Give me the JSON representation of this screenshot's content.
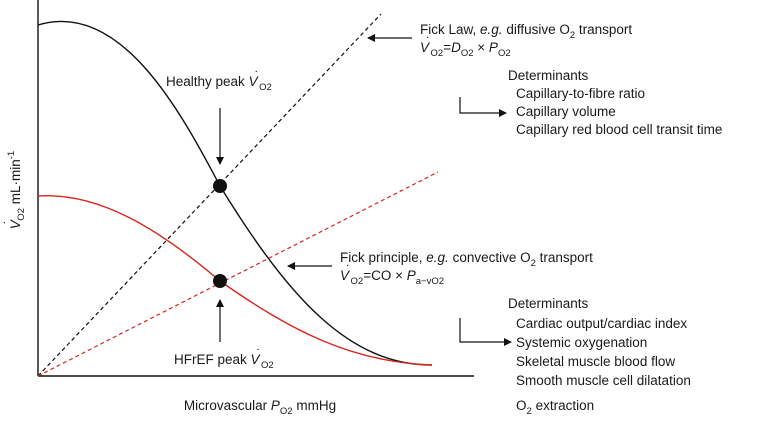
{
  "axes": {
    "ylabel": {
      "sym": "V",
      "dot": "˙",
      "sub": "O2",
      "unit": " mL·min",
      "sup": "-1"
    },
    "xlabel": {
      "pre": "Microvascular ",
      "sym": "P",
      "sub": "O2",
      "unit": " mmHg"
    }
  },
  "points": {
    "healthy": {
      "pre": "Healthy peak ",
      "sym": "V",
      "dot": "˙",
      "sub": "O2"
    },
    "hfref": {
      "pre": "HFrEF peak ",
      "sym": "V",
      "dot": "˙",
      "sub": "O2"
    }
  },
  "fick_law": {
    "title_pre": "Fick Law, ",
    "title_eg": "e.g.",
    "title_mid": " diffusive O",
    "title_sub": "2",
    "title_post": " transport",
    "eq": {
      "v": "V",
      "vdot": "˙",
      "vsub": "O2",
      "eq": "=",
      "d": "D",
      "dsub": "O2",
      "times": " × ",
      "p": "P",
      "psub": "O2"
    },
    "determinants_label": "Determinants",
    "determinants": [
      "Capillary-to-fibre ratio",
      "Capillary volume",
      "Capillary red blood cell transit time"
    ]
  },
  "fick_principle": {
    "title_pre": "Fick principle, ",
    "title_eg": "e.g.",
    "title_mid": " convective O",
    "title_sub": "2",
    "title_post": " transport",
    "eq": {
      "v": "V",
      "vdot": "˙",
      "vsub": "O2",
      "eq": "=CO × ",
      "p": "P",
      "psub": "a−vO2"
    },
    "determinants_label": "Determinants",
    "determinants": [
      "Cardiac output/cardiac index",
      "Systemic oxygenation",
      "Skeletal muscle blood flow",
      "Smooth muscle cell dilatation"
    ],
    "last_determinant": {
      "pre": "O",
      "sub": "2",
      "post": " extraction"
    }
  },
  "colors": {
    "healthy": "#111111",
    "hfref": "#d7261e",
    "axis": "#111111"
  }
}
